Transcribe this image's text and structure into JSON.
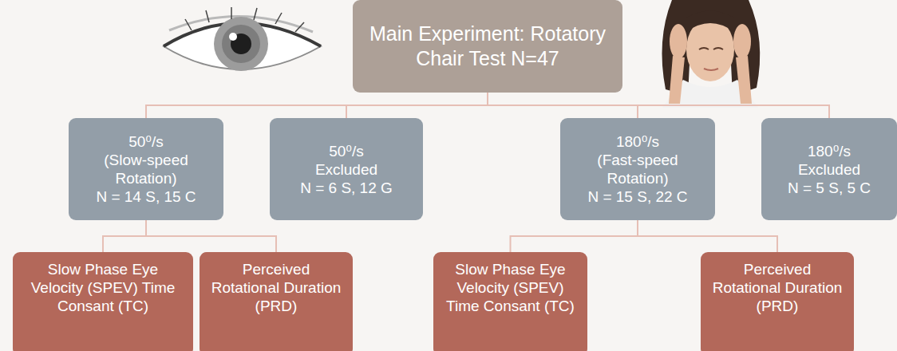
{
  "diagram": {
    "nodes": [
      {
        "text": [
          "Main Experiment: Rotatory Chair Test N=47"
        ]
      },
      {
        "text": [
          "50⁰/s",
          "(Slow-speed Rotation)",
          "N = 14 S, 15 C"
        ]
      },
      {
        "text": [
          "50⁰/s",
          "Excluded",
          "N = 6 S, 12 G"
        ]
      },
      {
        "text": [
          "180⁰/s",
          "(Fast-speed Rotation)",
          "N = 15 S, 22 C"
        ]
      },
      {
        "text": [
          "180⁰/s",
          "Excluded",
          "N = 5 S, 5 C"
        ]
      },
      {
        "text": [
          "Slow Phase Eye Velocity (SPEV) Time Consant (TC)"
        ]
      },
      {
        "text": [
          "Perceived Rotational Duration (PRD)"
        ]
      },
      {
        "text": [
          "Slow Phase Eye Velocity (SPEV) Time Consant (TC)"
        ]
      },
      {
        "text": [
          "Perceived Rotational Duration (PRD)"
        ]
      }
    ],
    "edges": [
      {
        "from": 0,
        "to": 1,
        "arrow": "none"
      },
      {
        "from": 0,
        "to": 2,
        "arrow": "none"
      },
      {
        "from": 0,
        "to": 3,
        "arrow": "none"
      },
      {
        "from": 0,
        "to": 4,
        "arrow": "none"
      },
      {
        "from": 1,
        "to": 5,
        "arrow": "none"
      },
      {
        "from": 1,
        "to": 6,
        "arrow": "none"
      },
      {
        "from": 3,
        "to": 7,
        "arrow": "none"
      },
      {
        "from": 3,
        "to": 8,
        "arrow": "none"
      }
    ]
  }
}
